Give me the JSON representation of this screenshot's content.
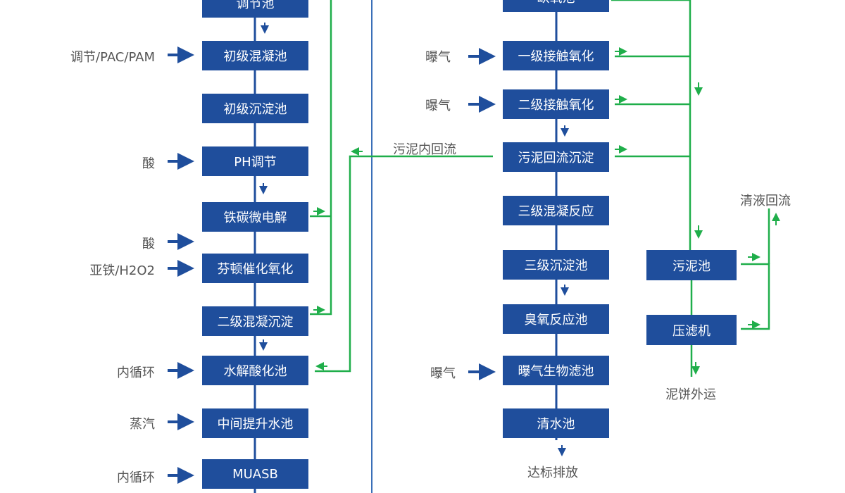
{
  "colors": {
    "box": "#1f4e9c",
    "flow": "#1f4e9c",
    "sludge": "#1fae4a",
    "text": "#555555"
  },
  "left_column": {
    "boxes": [
      "调节池",
      "初级混凝池",
      "初级沉淀池",
      "PH调节",
      "铁碳微电解",
      "芬顿催化氧化",
      "二级混凝沉淀",
      "水解酸化池",
      "中间提升水池",
      "MUASB"
    ],
    "inputs": [
      "调节/PAC/PAM",
      "酸",
      "酸",
      "亚铁/H2O2",
      "内循环",
      "蒸汽",
      "内循环"
    ]
  },
  "right_column": {
    "boxes": [
      "缺氧池",
      "一级接触氧化",
      "二级接触氧化",
      "污泥回流沉淀",
      "三级混凝反应",
      "三级沉淀池",
      "臭氧反应池",
      "曝气生物滤池",
      "清水池"
    ],
    "inputs": [
      "曝气",
      "曝气",
      "曝气"
    ],
    "outlet": "达标排放"
  },
  "sludge": {
    "return_label": "污泥内回流",
    "boxes": [
      "污泥池",
      "压滤机"
    ],
    "liquid_return": "清液回流",
    "cake_out": "泥饼外运"
  }
}
